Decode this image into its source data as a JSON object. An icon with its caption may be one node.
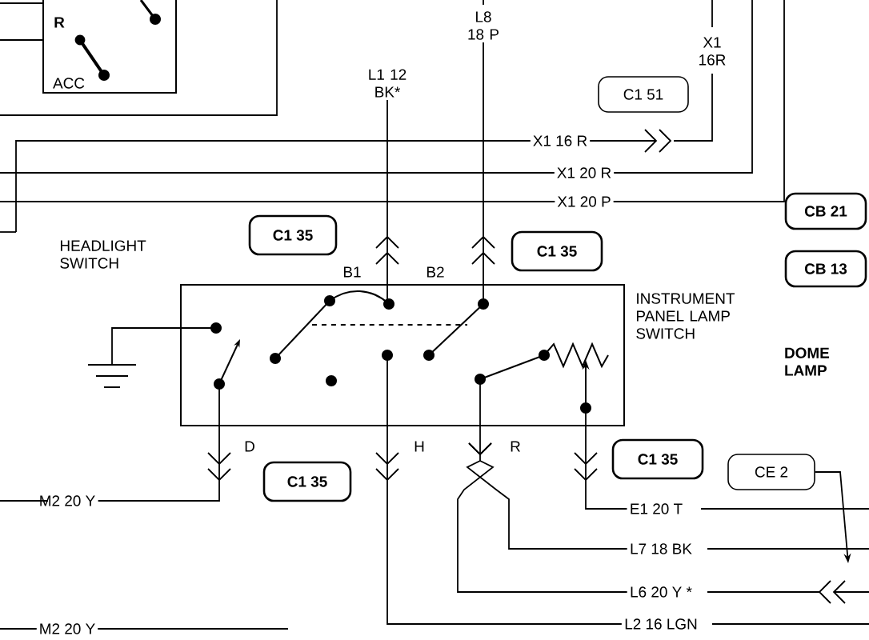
{
  "diagram": {
    "nodes": [
      {
        "text": [
          "R",
          "ACC"
        ]
      },
      {
        "text": [
          "L8 18 P"
        ]
      },
      {
        "text": [
          "L1 12 BK*"
        ]
      },
      {
        "text": [
          "C1 51"
        ]
      },
      {
        "text": [
          "CB 21"
        ]
      },
      {
        "text": [
          "C1 35"
        ]
      },
      {
        "text": [
          "C1 35"
        ]
      },
      {
        "text": [
          "CB 13"
        ]
      },
      {
        "text": [
          "HEADLIGHT SWITCH",
          "INSTRUMENT PANEL LAMP SWITCH"
        ],
        "beside": [
          "B1",
          "B2",
          "D",
          "H",
          "R"
        ]
      },
      {
        "text": [],
        "shape": "ground"
      },
      {
        "text": [
          "C1 35"
        ]
      },
      {
        "text": [
          "C1 35"
        ]
      },
      {
        "text": [
          "CE 2"
        ]
      },
      {
        "text": [
          "M2 20 Y"
        ]
      },
      {
        "text": [
          "E1 20 T"
        ]
      },
      {
        "text": [
          "L7 18 BK"
        ]
      },
      {
        "text": [
          "L6 20 Y *"
        ]
      },
      {
        "text": [
          "L2 16 LGN"
        ]
      }
    ],
    "edges": [
      {
        "from": 8,
        "to": 1,
        "arrow": "to"
      },
      {
        "from": 8,
        "to": 2,
        "arrow": "to"
      },
      {
        "from": 8,
        "to": 9,
        "arrow": "other"
      },
      {
        "from": 12,
        "to": null,
        "arrow": "to"
      },
      {
        "from": 8,
        "to": 13,
        "arrow": "to"
      },
      {
        "from": 8,
        "to": 14,
        "arrow": "to"
      },
      {
        "from": 8,
        "to": 15,
        "arrow": "none"
      },
      {
        "from": 8,
        "to": 16,
        "arrow": "none"
      },
      {
        "from": 8,
        "to": 17,
        "arrow": "to"
      }
    ],
    "labels": [
      "X1 16R",
      "X1 16 R",
      "X1 20 R",
      "X1 20 P",
      "DOME LAMP",
      "M2 20 Y"
    ]
  }
}
